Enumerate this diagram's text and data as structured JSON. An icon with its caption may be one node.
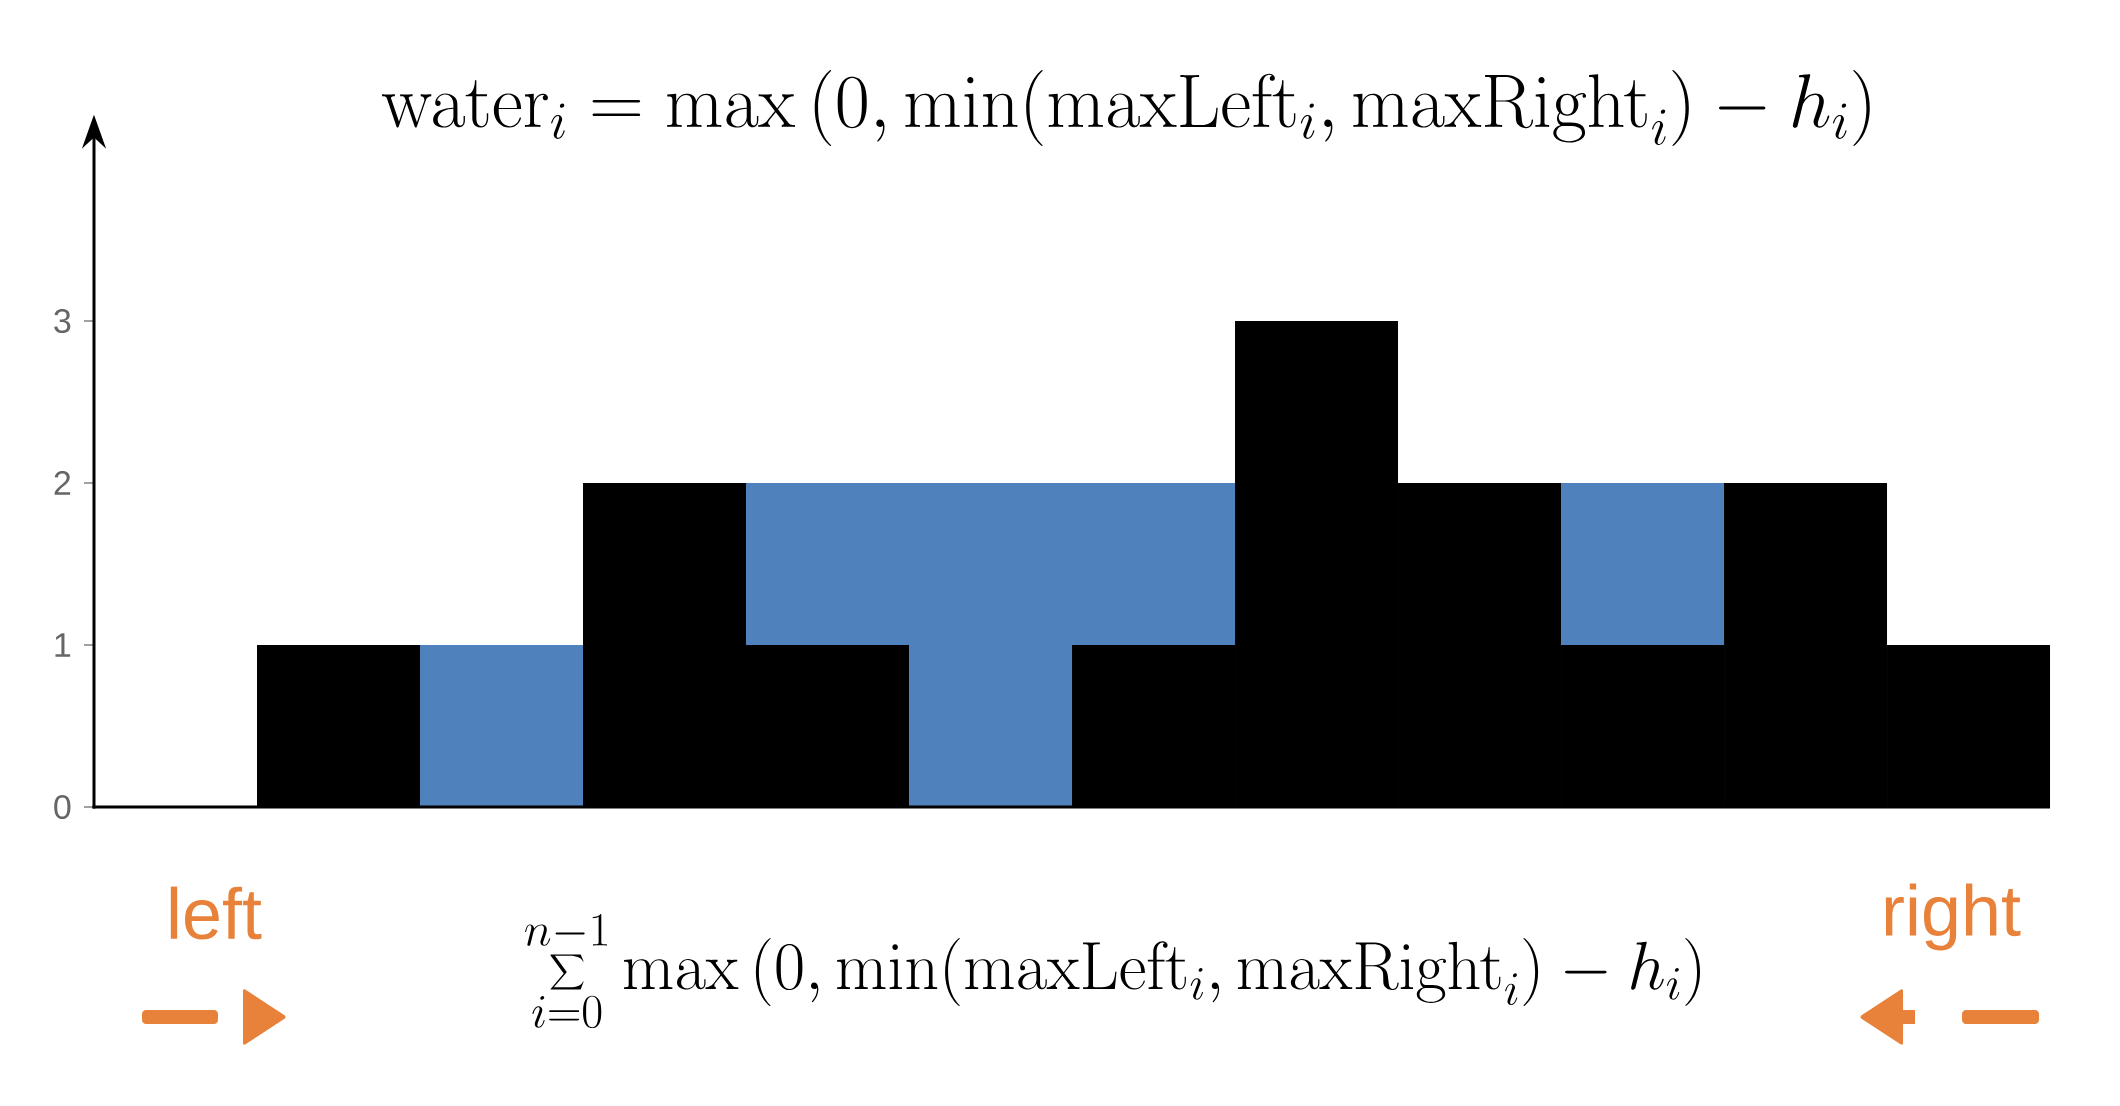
{
  "diagram": {
    "labels": [
      "\\mathrm{water}_i = \\max\\left(0, \\min(\\mathrm{maxLeft}_i, \\mathrm{maxRight}_i) - h_i\\right)",
      "left",
      "\\sum_{i=0}^{n-1} \\max\\left(0, \\min(\\mathrm{maxLeft}_i, \\mathrm{maxRight}_i) - h_i\\right)",
      "right"
    ],
    "chart_data": {
      "type": "bar",
      "stacked": true,
      "yticks": [
        0,
        1,
        2,
        3
      ],
      "ylim": [
        0,
        4.14
      ],
      "series": [
        {
          "color": "#000000",
          "values": [
            0,
            1,
            0,
            2,
            1,
            0,
            1,
            3,
            2,
            1,
            2,
            1
          ]
        },
        {
          "color": "#4f81bd",
          "values": [
            0,
            0,
            1,
            0,
            1,
            2,
            1,
            0,
            0,
            1,
            0,
            0
          ]
        }
      ]
    }
  }
}
